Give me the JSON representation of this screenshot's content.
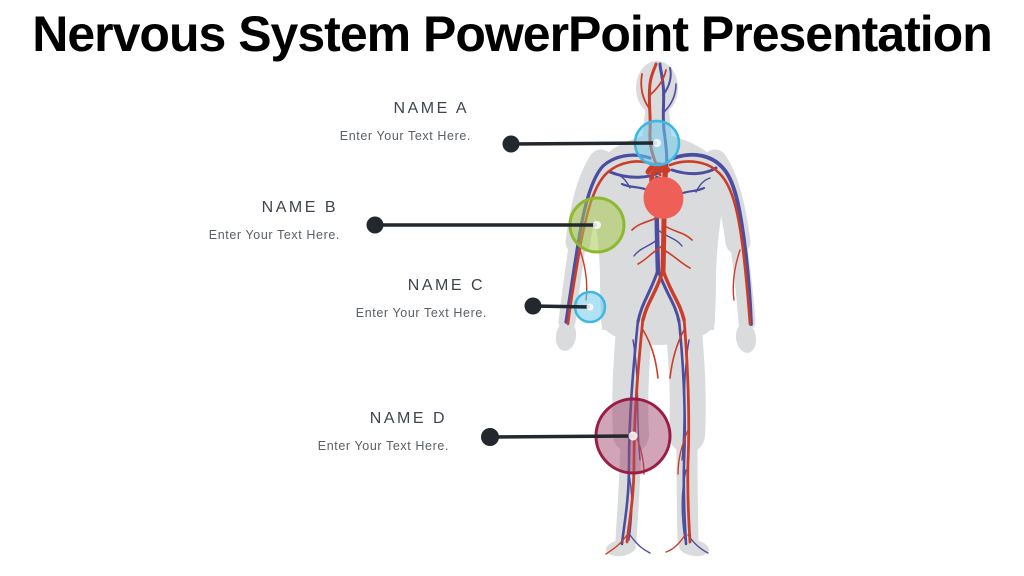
{
  "slide": {
    "title": "Nervous System PowerPoint Presentation",
    "background_color": "#ffffff"
  },
  "callouts": [
    {
      "label": "NAME A",
      "placeholder": "Enter Your Text Here.",
      "marker_color": "#3db7e3"
    },
    {
      "label": "NAME B",
      "placeholder": "Enter Your Text Here.",
      "marker_color": "#8cb92f"
    },
    {
      "label": "NAME C",
      "placeholder": "Enter Your Text Here.",
      "marker_color": "#3db7e3"
    },
    {
      "label": "NAME D",
      "placeholder": "Enter Your Text Here.",
      "marker_color": "#9b1d45"
    }
  ],
  "illustration": {
    "name": "human-body-circulatory-system",
    "silhouette_color": "#d9dbdd",
    "artery_color": "#cc3d28",
    "vein_color": "#4b4da1",
    "heart_color": "#ee5f58",
    "connector_color": "#23272e"
  },
  "text_colors": {
    "title": "#000000",
    "callout_name": "#3e4450",
    "callout_description": "#5a6066"
  }
}
